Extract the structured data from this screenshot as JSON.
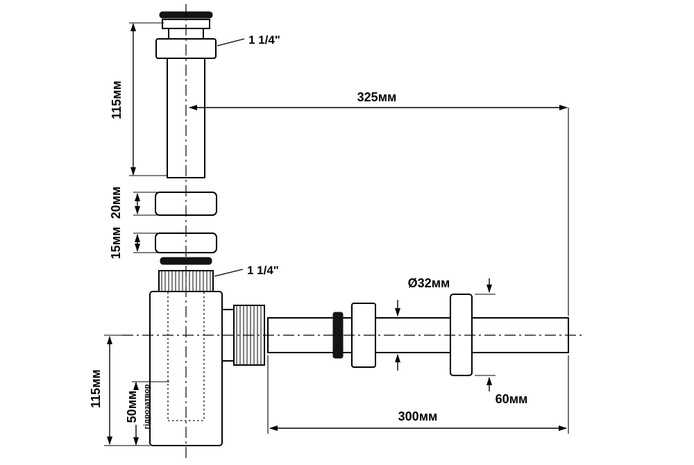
{
  "diagram": {
    "type": "technical-drawing",
    "subject": "bottle-trap-siphon-with-waste-pipe",
    "unit": "мм",
    "colors": {
      "line": "#000000",
      "gasket": "#141414",
      "background": "#ffffff"
    },
    "labels": {
      "thread_size_top": "1 1/4\"",
      "thread_size_body": "1 1/4\"",
      "height_tailpiece": "115мм",
      "nut_height": "20мм",
      "washer_height": "15мм",
      "offset_width": "325мм",
      "pipe_diameter": "Ø32мм",
      "flange_size": "60мм",
      "pipe_length": "300мм",
      "body_height": "115мм",
      "water_seal_height": "50мм",
      "water_seal_caption": "гідрозатвор"
    }
  }
}
